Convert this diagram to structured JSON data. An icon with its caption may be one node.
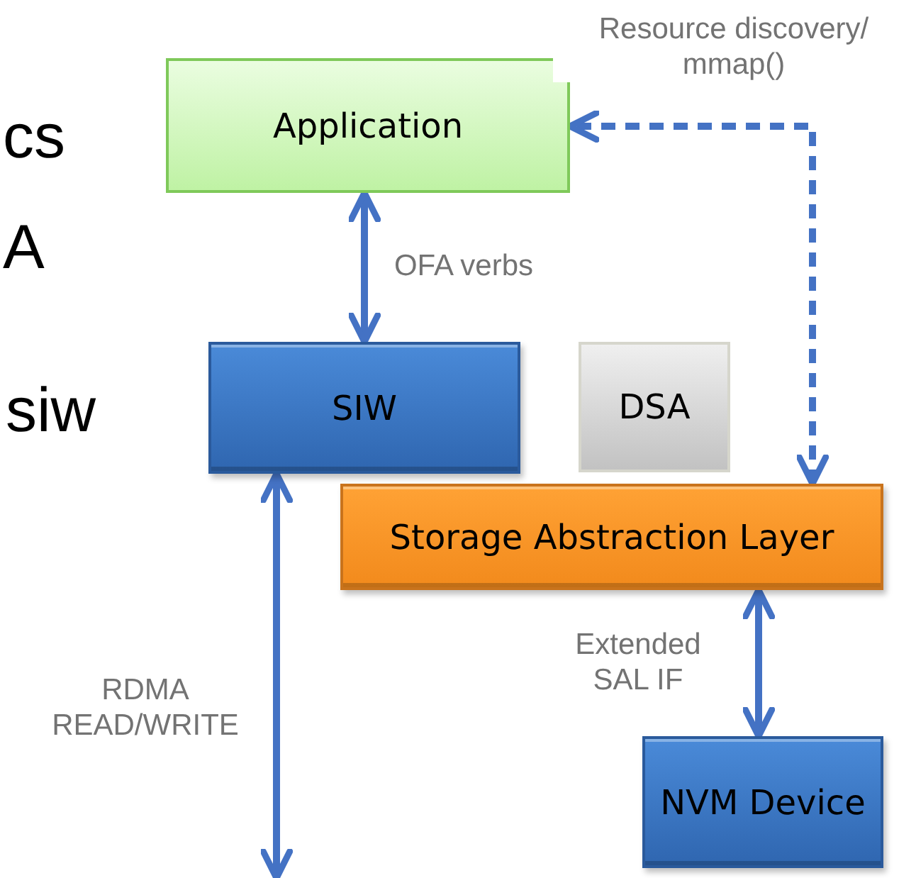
{
  "diagram": {
    "nodes": [
      {
        "text": [
          "Application"
        ]
      },
      {
        "text": [
          "SIW"
        ]
      },
      {
        "text": [
          "DSA"
        ]
      },
      {
        "text": [
          "Storage Abstraction Layer"
        ]
      },
      {
        "text": [
          "NVM Device"
        ]
      }
    ],
    "edges": [
      {
        "from": 0,
        "to": 1,
        "arrow": "both",
        "label": "OFA verbs"
      },
      {
        "from": 3,
        "to": 0,
        "arrow": "both",
        "style": "dashed",
        "label": "Resource discovery/ mmap()"
      },
      {
        "from": 1,
        "to": null,
        "arrow": "both",
        "label": "RDMA READ/WRITE"
      },
      {
        "from": 3,
        "to": 4,
        "arrow": "both",
        "label": "Extended SAL IF"
      }
    ],
    "labels": [
      "cs",
      "A",
      "siw"
    ]
  }
}
